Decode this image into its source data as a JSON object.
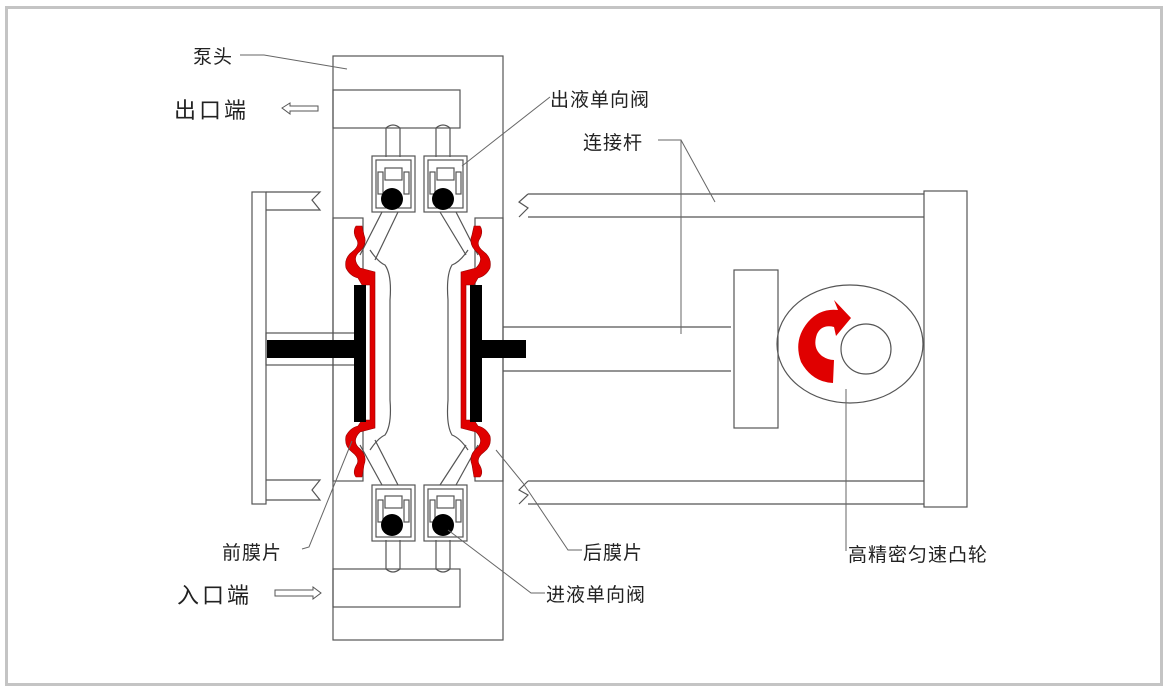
{
  "diagram": {
    "title": "Diaphragm pump structure",
    "labels": {
      "pump_head": "泵头",
      "outlet": "出口端",
      "outlet_check_valve": "出液单向阀",
      "connecting_rod": "连接杆",
      "front_diaphragm": "前膜片",
      "inlet": "入口端",
      "rear_diaphragm": "后膜片",
      "inlet_check_valve": "进液单向阀",
      "cam": "高精密匀速凸轮"
    },
    "colors": {
      "line": "#555555",
      "diaphragm": "#e00000",
      "solid": "#000000",
      "frame": "#c4c4c4"
    }
  }
}
